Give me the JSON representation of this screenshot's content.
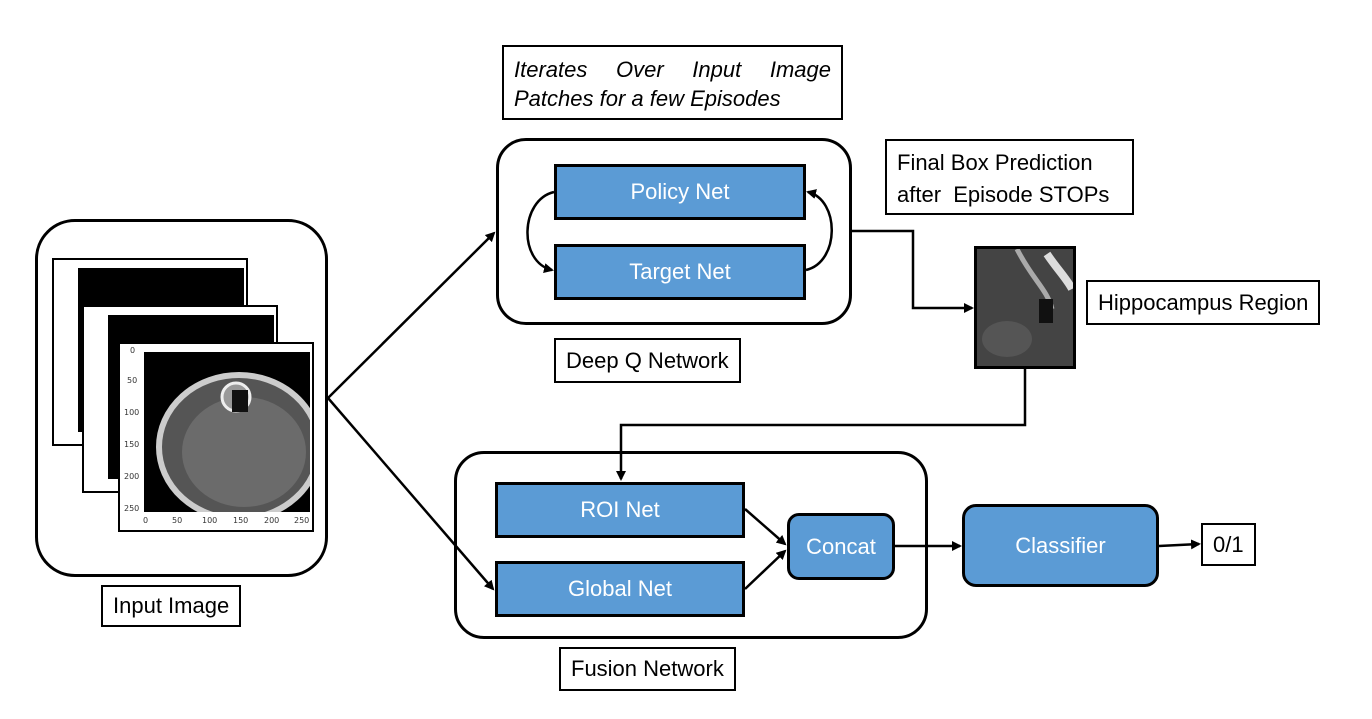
{
  "input_image": {
    "label": "Input Image",
    "plot_ticks": {
      "y": [
        "0",
        "50",
        "100",
        "150",
        "200",
        "250"
      ],
      "x": [
        "0",
        "50",
        "100",
        "150",
        "200",
        "250"
      ]
    }
  },
  "note_iterates": {
    "line1": "Iterates Over Input Image",
    "line2": "Patches for a few Episodes"
  },
  "dqn": {
    "label": "Deep Q Network",
    "policy": "Policy Net",
    "target": "Target Net"
  },
  "final_box": {
    "line1": "Final Box Prediction",
    "line2": "after  Episode STOPs"
  },
  "hippocampus": {
    "label": "Hippocampus Region"
  },
  "fusion": {
    "label": "Fusion Network",
    "roi": "ROI Net",
    "global": "Global Net",
    "concat": "Concat"
  },
  "classifier": {
    "label": "Classifier"
  },
  "output": {
    "label": "0/1"
  }
}
